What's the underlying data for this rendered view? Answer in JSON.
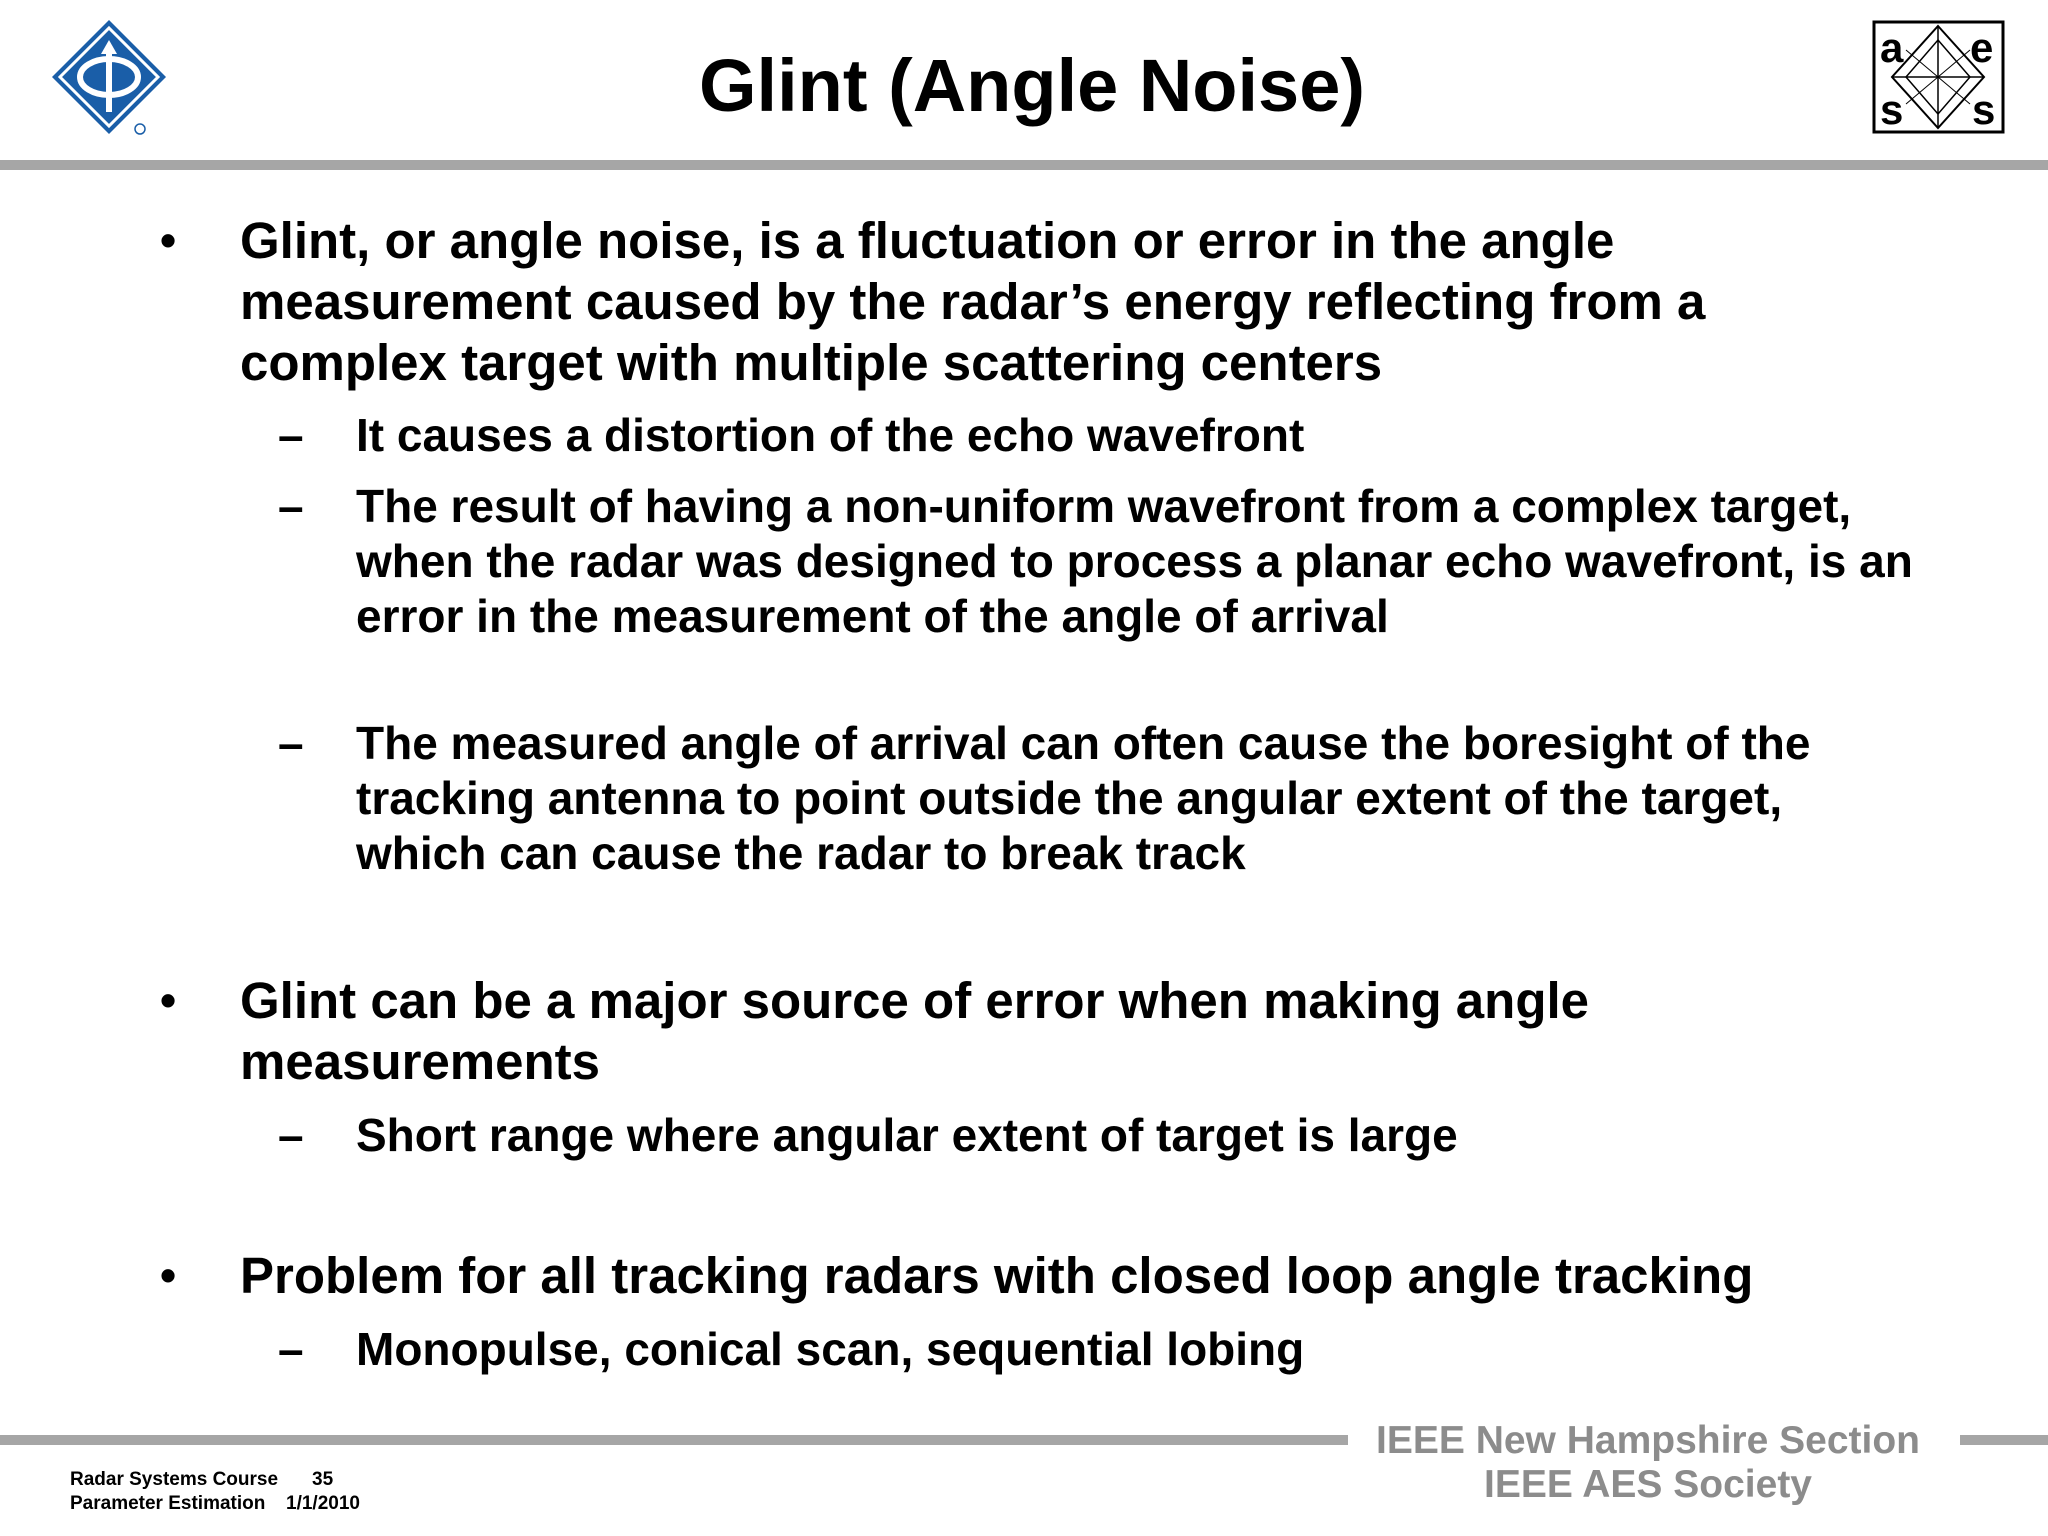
{
  "header": {
    "title": "Glint (Angle Noise)"
  },
  "bullets": [
    {
      "mark": "•",
      "text": "Glint, or angle noise, is a fluctuation or error in the angle measurement caused by the radar’s energy reflecting from a complex target with multiple scattering centers",
      "subs": [
        {
          "mark": "–",
          "text": "It causes a distortion of the echo wavefront"
        },
        {
          "mark": "–",
          "text": "The result of having a non-uniform wavefront from a complex target, when the radar was designed to process a planar echo wavefront, is an error in the measurement of the angle of arrival"
        },
        {
          "mark": "–",
          "text": "The measured angle of arrival can often cause the boresight of the tracking antenna to point outside the angular extent of the target, which can cause the radar to break track"
        }
      ]
    },
    {
      "mark": "•",
      "text": "Glint can be a major source of error when making angle measurements",
      "subs": [
        {
          "mark": "–",
          "text": "Short range where angular extent of target is large"
        }
      ]
    },
    {
      "mark": "•",
      "text": "Problem for all tracking radars with closed loop angle tracking",
      "subs": [
        {
          "mark": "–",
          "text": "Monopulse, conical scan, sequential lobing"
        }
      ]
    }
  ],
  "footer": {
    "course": "Radar Systems Course",
    "page": "35",
    "section": "Parameter Estimation",
    "date": "1/1/2010",
    "org_line1": "IEEE New Hampshire Section",
    "org_line2": "IEEE AES Society"
  },
  "logos": {
    "right_letters": [
      "a",
      "e",
      "s",
      "s"
    ]
  },
  "colors": {
    "ieee_blue": "#1a5ea8",
    "rule_gray": "#a6a6a6",
    "footer_text_gray": "#8c8c8c"
  }
}
